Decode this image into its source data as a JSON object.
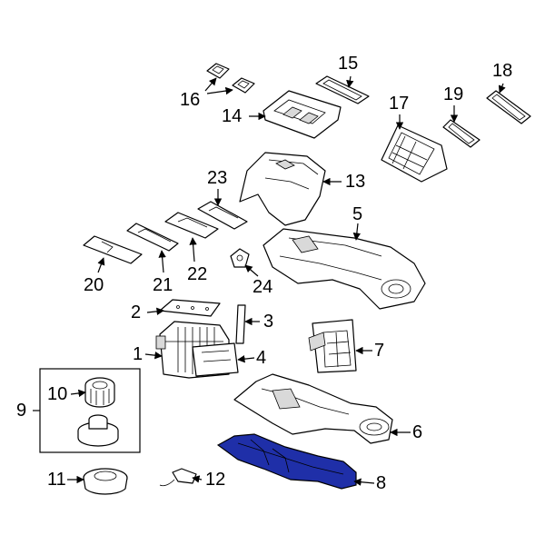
{
  "diagram": {
    "highlight_color": "#1f2fa8",
    "highlighted_part": "8",
    "callouts": [
      {
        "id": "1",
        "label": "1"
      },
      {
        "id": "2",
        "label": "2"
      },
      {
        "id": "3",
        "label": "3"
      },
      {
        "id": "4",
        "label": "4"
      },
      {
        "id": "5",
        "label": "5"
      },
      {
        "id": "6",
        "label": "6"
      },
      {
        "id": "7",
        "label": "7"
      },
      {
        "id": "8",
        "label": "8"
      },
      {
        "id": "9",
        "label": "9"
      },
      {
        "id": "10",
        "label": "10"
      },
      {
        "id": "11",
        "label": "11"
      },
      {
        "id": "12",
        "label": "12"
      },
      {
        "id": "13",
        "label": "13"
      },
      {
        "id": "14",
        "label": "14"
      },
      {
        "id": "15",
        "label": "15"
      },
      {
        "id": "16",
        "label": "16"
      },
      {
        "id": "17",
        "label": "17"
      },
      {
        "id": "18",
        "label": "18"
      },
      {
        "id": "19",
        "label": "19"
      },
      {
        "id": "20",
        "label": "20"
      },
      {
        "id": "21",
        "label": "21"
      },
      {
        "id": "22",
        "label": "22"
      },
      {
        "id": "23",
        "label": "23"
      },
      {
        "id": "24",
        "label": "24"
      }
    ]
  }
}
